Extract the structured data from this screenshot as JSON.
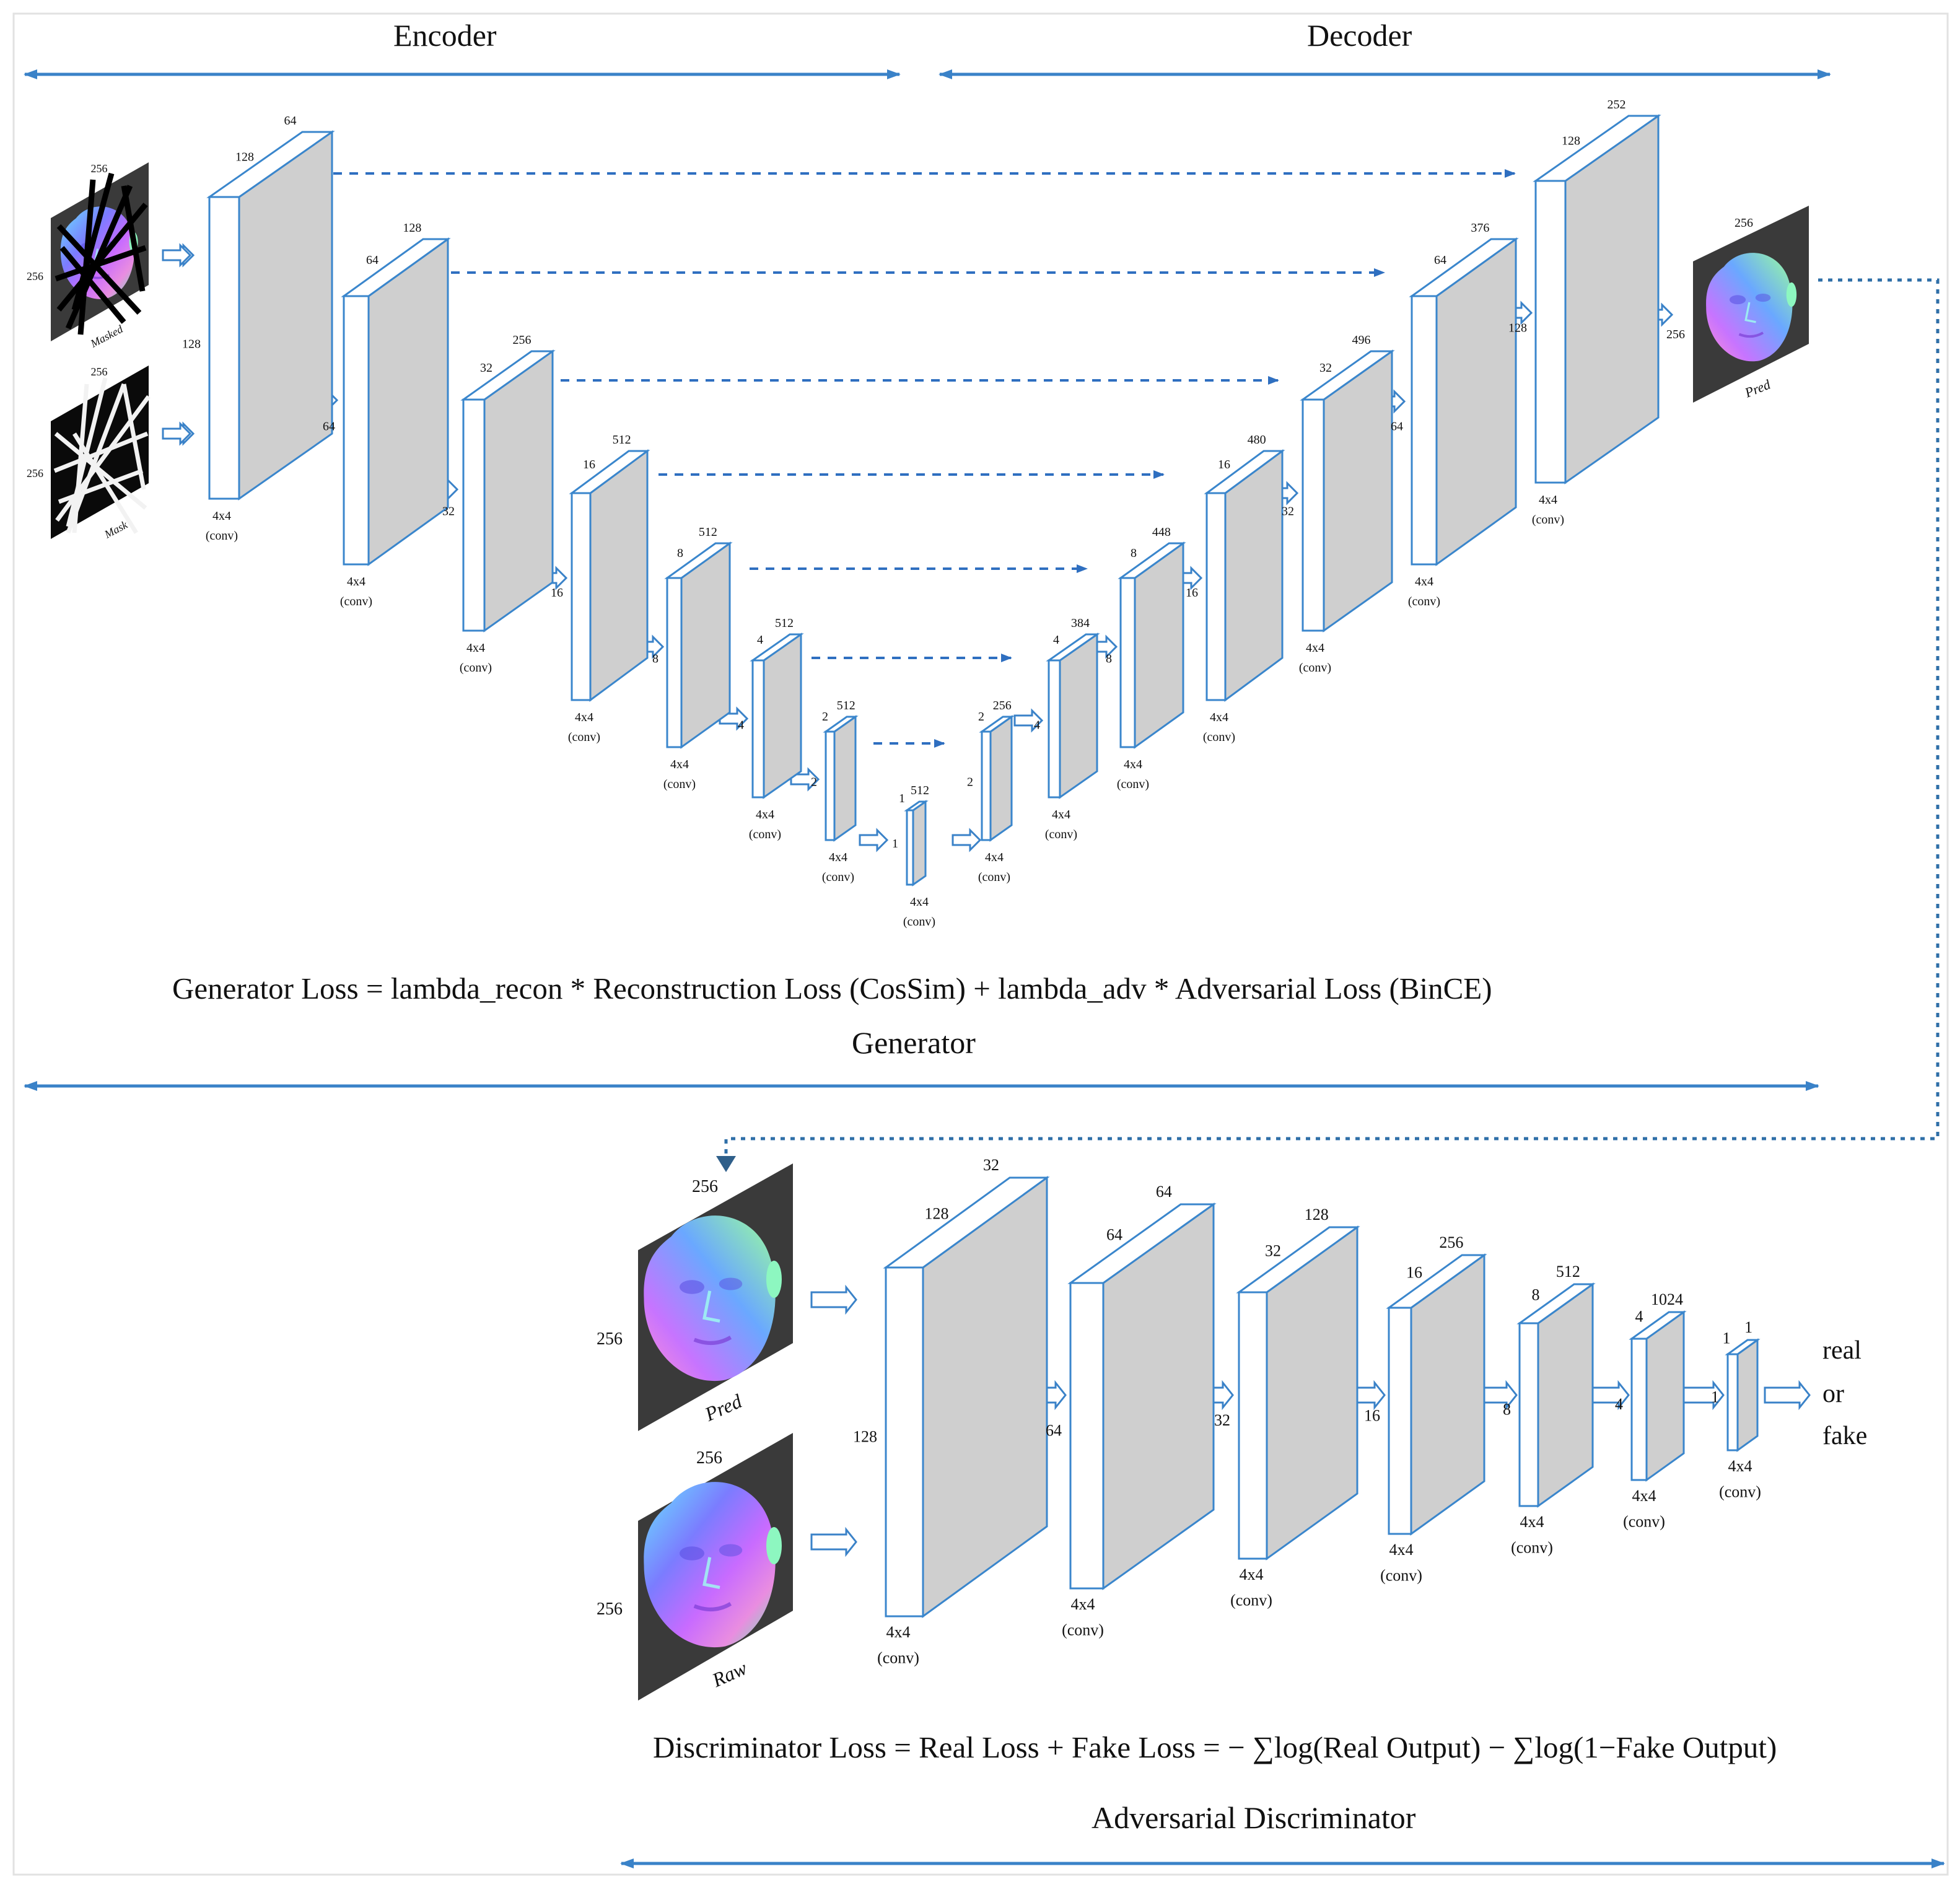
{
  "sections": {
    "encoder": "Encoder",
    "decoder": "Decoder",
    "generator": "Generator",
    "discriminator": "Adversarial Discriminator"
  },
  "equations": {
    "generator_loss": "Generator Loss = lambda_recon * Reconstruction Loss (CosSim) + lambda_adv * Adversarial Loss (BinCE)",
    "discriminator_loss": "Discriminator Loss = Real Loss + Fake Loss = − ∑log(Real Output) − ∑log(1−Fake Output)"
  },
  "inputs": {
    "masked": {
      "label": "Masked",
      "w": "256",
      "h": "256"
    },
    "mask": {
      "label": "Mask",
      "w": "256",
      "h": "256"
    },
    "pred": {
      "label": "Pred",
      "w": "256",
      "h": "256"
    },
    "disc_pred": {
      "label": "Pred",
      "w": "256",
      "h": "256"
    },
    "disc_raw": {
      "label": "Raw",
      "w": "256",
      "h": "256"
    }
  },
  "conv_label": [
    "4x4",
    "(conv)"
  ],
  "encoder_blocks": [
    {
      "channels": "64",
      "width": "128",
      "height": "128"
    },
    {
      "channels": "128",
      "width": "64",
      "height": "64"
    },
    {
      "channels": "256",
      "width": "32",
      "height": "32"
    },
    {
      "channels": "512",
      "width": "16",
      "height": "16"
    },
    {
      "channels": "512",
      "width": "8",
      "height": "8"
    },
    {
      "channels": "512",
      "width": "4",
      "height": "4"
    },
    {
      "channels": "512",
      "width": "2",
      "height": "2"
    },
    {
      "channels": "512",
      "width": "1",
      "height": "1"
    }
  ],
  "decoder_blocks": [
    {
      "channels": "256",
      "width": "2",
      "height": "2"
    },
    {
      "channels": "384",
      "width": "4",
      "height": "4"
    },
    {
      "channels": "448",
      "width": "8",
      "height": "8"
    },
    {
      "channels": "480",
      "width": "16",
      "height": "16"
    },
    {
      "channels": "496",
      "width": "32",
      "height": "32"
    },
    {
      "channels": "376",
      "width": "64",
      "height": "64"
    },
    {
      "channels": "252",
      "width": "128",
      "height": "128"
    }
  ],
  "discriminator_blocks": [
    {
      "channels": "32",
      "width": "128",
      "height": "128"
    },
    {
      "channels": "64",
      "width": "64",
      "height": "64"
    },
    {
      "channels": "128",
      "width": "32",
      "height": "32"
    },
    {
      "channels": "256",
      "width": "16",
      "height": "16"
    },
    {
      "channels": "512",
      "width": "8",
      "height": "8"
    },
    {
      "channels": "1024",
      "width": "4",
      "height": "4"
    },
    {
      "channels": "1",
      "width": "1",
      "height": "1"
    }
  ],
  "output": {
    "line1": "real",
    "line2": "or",
    "line3": "fake"
  },
  "colors": {
    "arrow": "#3a82c8",
    "block_front": "#ffffff",
    "block_side": "#cfcfcf",
    "block_stroke": "#3a86cc",
    "image_bg": "#3a3a3a",
    "mask_bg": "#0a0a0a",
    "frame": "#dcdcdc"
  }
}
